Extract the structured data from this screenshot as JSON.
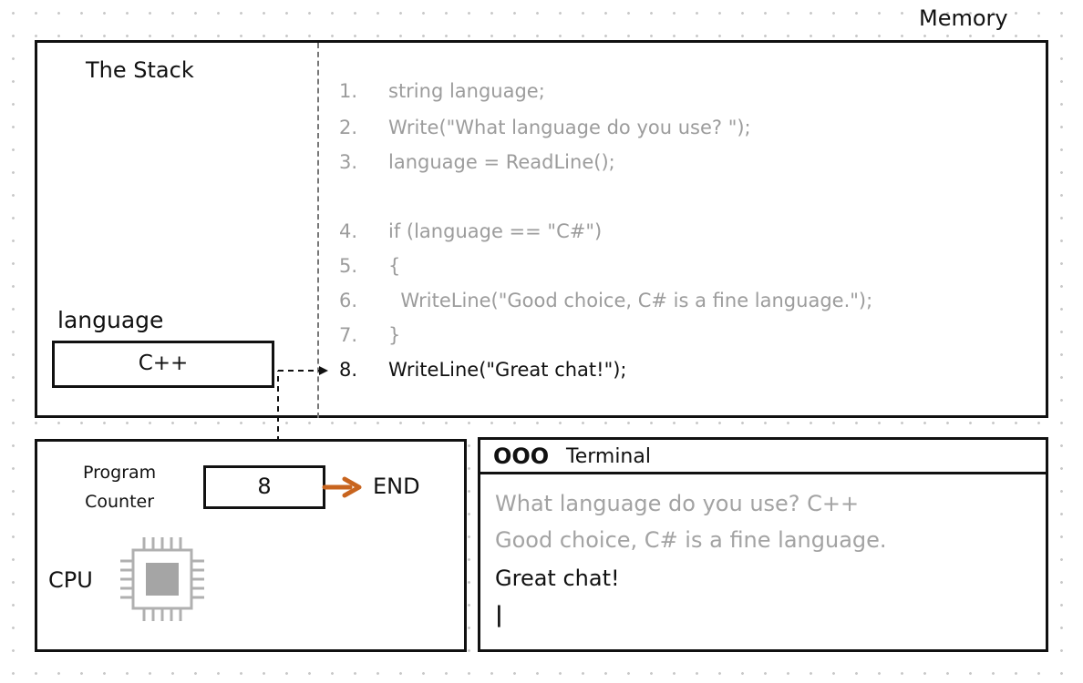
{
  "memory_label": "Memory",
  "stack": {
    "title": "The Stack",
    "variable_name": "language",
    "variable_value": "C++"
  },
  "code": {
    "lines": [
      {
        "num": "1.",
        "text": "string language;"
      },
      {
        "num": "2.",
        "text": "Write(\"What language do you use? \");"
      },
      {
        "num": "3.",
        "text": "language = ReadLine();"
      },
      {
        "num": "4.",
        "text": "if (language == \"C#\")"
      },
      {
        "num": "5.",
        "text": "{"
      },
      {
        "num": "6.",
        "text": "  WriteLine(\"Good choice, C# is a fine language.\");"
      },
      {
        "num": "7.",
        "text": "}"
      },
      {
        "num": "8.",
        "text": "WriteLine(\"Great chat!\");"
      }
    ],
    "active_line": 8
  },
  "cpu": {
    "program_counter_label_1": "Program",
    "program_counter_label_2": "Counter",
    "program_counter_value": "8",
    "end_label": "END",
    "cpu_label": "CPU",
    "arrow_color": "#c8641e"
  },
  "terminal": {
    "dots": "OOO",
    "title": "Terminal",
    "lines": [
      "What language do you use? C++",
      "Good choice, C# is a fine language.",
      "Great chat!"
    ],
    "cursor": "|"
  }
}
